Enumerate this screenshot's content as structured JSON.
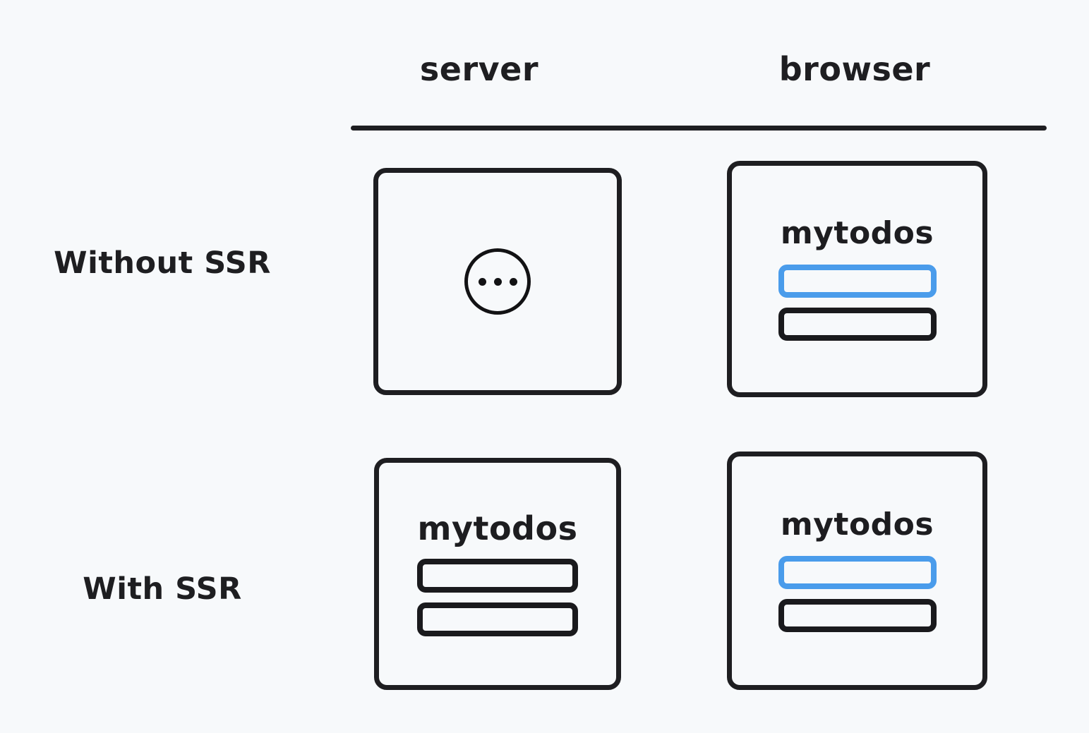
{
  "diagram": {
    "background_color": "#f7f9fb",
    "ink_color": "#1e1e21",
    "accent_color": "#4a9ceb",
    "columns": [
      {
        "id": "server",
        "label": "server"
      },
      {
        "id": "browser",
        "label": "browser"
      }
    ],
    "rows": [
      {
        "id": "without-ssr",
        "label": "Without SSR"
      },
      {
        "id": "with-ssr",
        "label": "With SSR"
      }
    ],
    "cells": {
      "without_ssr_server": {
        "state": "loading",
        "icon": "ellipsis-circle-icon",
        "dots": [
          "dot",
          "dot",
          "dot"
        ]
      },
      "without_ssr_browser": {
        "state": "rendered",
        "app_title": "mytodos",
        "rows": [
          {
            "style": "accent"
          },
          {
            "style": "ink"
          }
        ]
      },
      "with_ssr_server": {
        "state": "rendered",
        "app_title": "mytodos",
        "rows": [
          {
            "style": "ink"
          },
          {
            "style": "ink"
          }
        ]
      },
      "with_ssr_browser": {
        "state": "rendered",
        "app_title": "mytodos",
        "rows": [
          {
            "style": "accent"
          },
          {
            "style": "ink"
          }
        ]
      }
    }
  }
}
